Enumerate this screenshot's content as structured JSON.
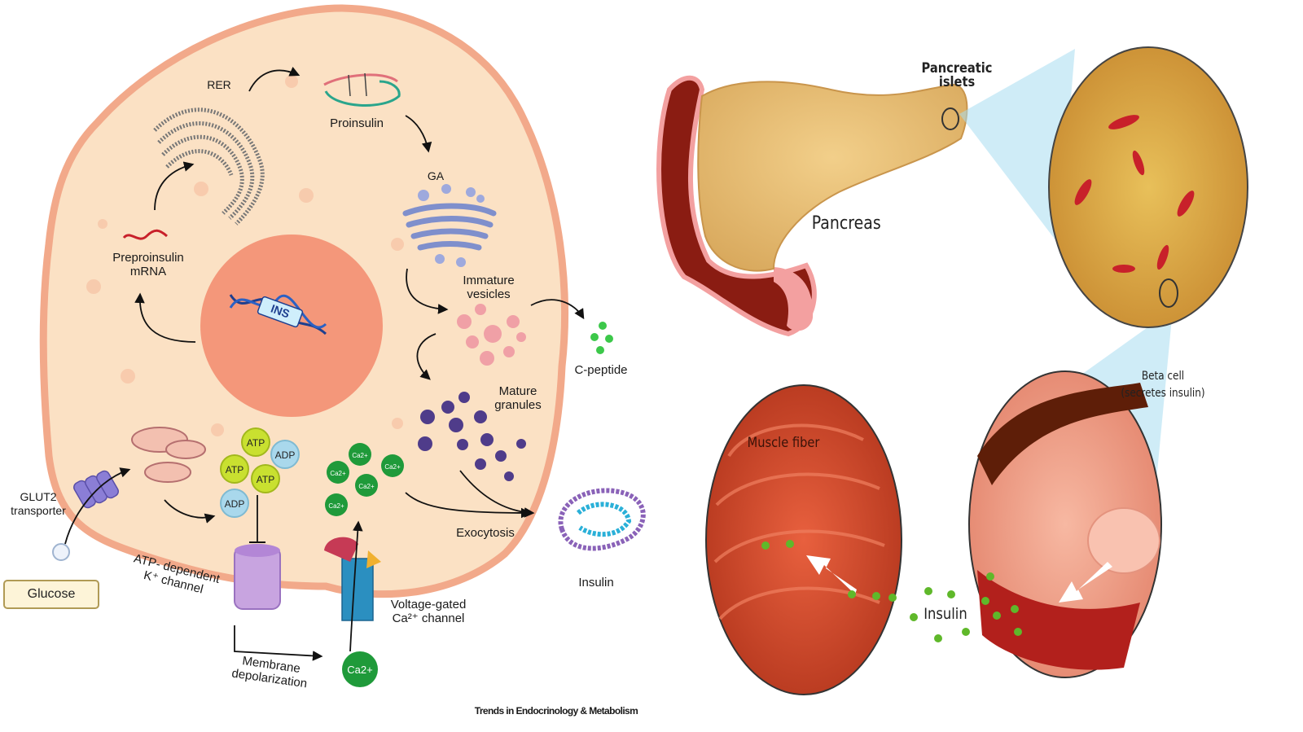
{
  "left_panel": {
    "organelles": {
      "rer": "RER",
      "proinsulin": "Proinsulin",
      "ga": "GA",
      "preproinsulin_line1": "Preproinsulin",
      "preproinsulin_line2": "mRNA",
      "ins_gene": "INS",
      "immature_line1": "Immature",
      "immature_line2": "vesicles",
      "mature_line1": "Mature",
      "mature_line2": "granules",
      "c_peptide": "C-peptide",
      "insulin": "Insulin",
      "exocytosis": "Exocytosis"
    },
    "membrane": {
      "glut2_line1": "GLUT2",
      "glut2_line2": "transporter",
      "glucose": "Glucose",
      "katp_line1": "ATP- dependent",
      "katp_line2": "K⁺ channel",
      "vgcc_line1": "Voltage-gated",
      "vgcc_line2": "Ca²⁺ channel",
      "depol_line1": "Membrane",
      "depol_line2": "depolarization",
      "ca_outside": "Ca2+"
    },
    "energy": {
      "atp": "ATP",
      "adp": "ADP",
      "ca_inside": "Ca2+"
    },
    "credit": "Trends in Endocrinology & Metabolism"
  },
  "right_panel": {
    "pancreatic_islets": "Pancreatic islets",
    "pancreas": "Pancreas",
    "beta_cell_line1": "Beta cell",
    "beta_cell_line2": "(secretes insulin)",
    "muscle_fiber": "Muscle fiber",
    "insulin": "Insulin"
  },
  "colors": {
    "cell_fill": "#fbe1c4",
    "cell_border": "#f2a98a",
    "nucleus": "#f4977a",
    "atp": "#c9e030",
    "adp": "#a9d8ec",
    "calcium": "#1f9a3a",
    "immature_vesicle": "#f0a0a6",
    "mature_granule": "#4f3c8a",
    "c_peptide": "#3cc84a"
  }
}
